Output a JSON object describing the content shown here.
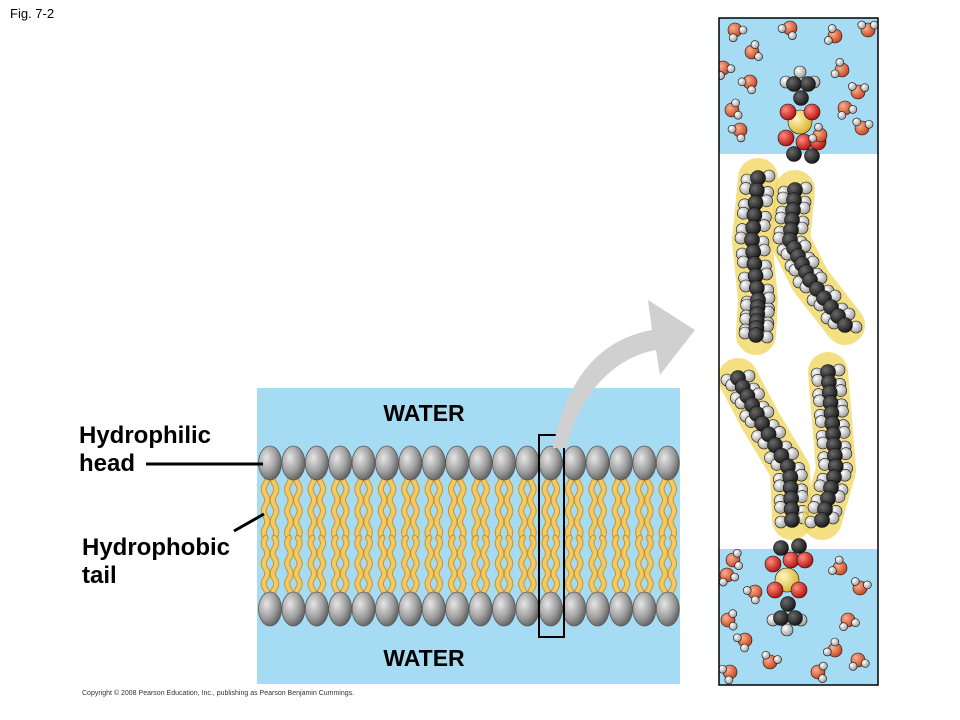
{
  "figure_label": "Fig. 7-2",
  "labels": {
    "water_top": "WATER",
    "water_bottom": "WATER",
    "hydrophilic_line1": "Hydrophilic",
    "hydrophilic_line2": "head",
    "hydrophobic_line1": "Hydrophobic",
    "hydrophobic_line2": "tail"
  },
  "copyright": "Copyright © 2008 Pearson Education, Inc., publishing as Pearson Benjamin Cummings.",
  "colors": {
    "water": "#a6dcf3",
    "head": "#9b9b9b",
    "tail": "#f1c965",
    "tail_edge": "#c9952f",
    "arrow": "#cfcfcf",
    "carbon": "#2a2a2a",
    "hydrogen": "#c8c8c8",
    "oxygen": "#e2231a",
    "phosphorus": "#f2d45a",
    "water_oxygen": "#e0623f"
  }
}
